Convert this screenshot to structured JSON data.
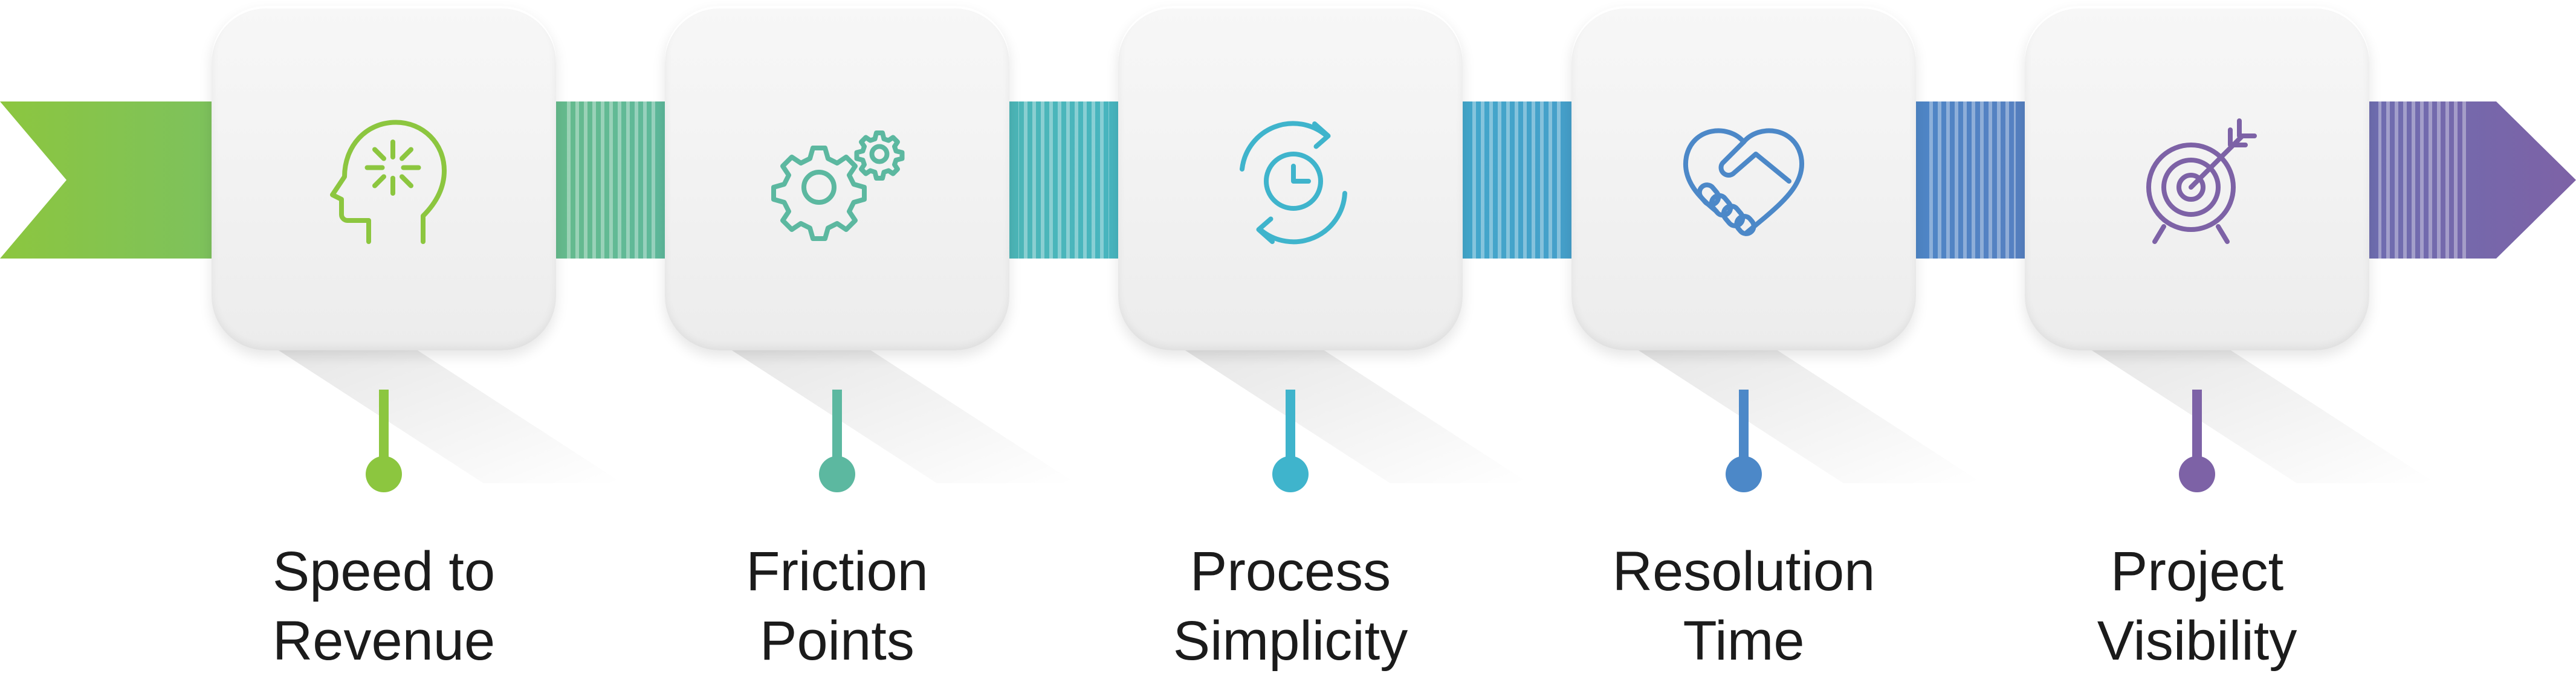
{
  "steps": [
    {
      "line1": "Speed to",
      "line2": "Revenue",
      "color": "#8cc63f",
      "icon": "head-idea-icon"
    },
    {
      "line1": "Friction",
      "line2": "Points",
      "color": "#5cb8a0",
      "icon": "gears-icon"
    },
    {
      "line1": "Process",
      "line2": "Simplicity",
      "color": "#3fb4cc",
      "icon": "clock-cycle-icon"
    },
    {
      "line1": "Resolution",
      "line2": "Time",
      "color": "#4c88c8",
      "icon": "handshake-heart-icon"
    },
    {
      "line1": "Project",
      "line2": "Visibility",
      "color": "#7d62a6",
      "icon": "target-arrow-icon"
    }
  ],
  "ribbon": {
    "colors": [
      "#8cc63f",
      "#5cb8a0",
      "#3fb4cc",
      "#4c88c8",
      "#7d62a6"
    ]
  }
}
